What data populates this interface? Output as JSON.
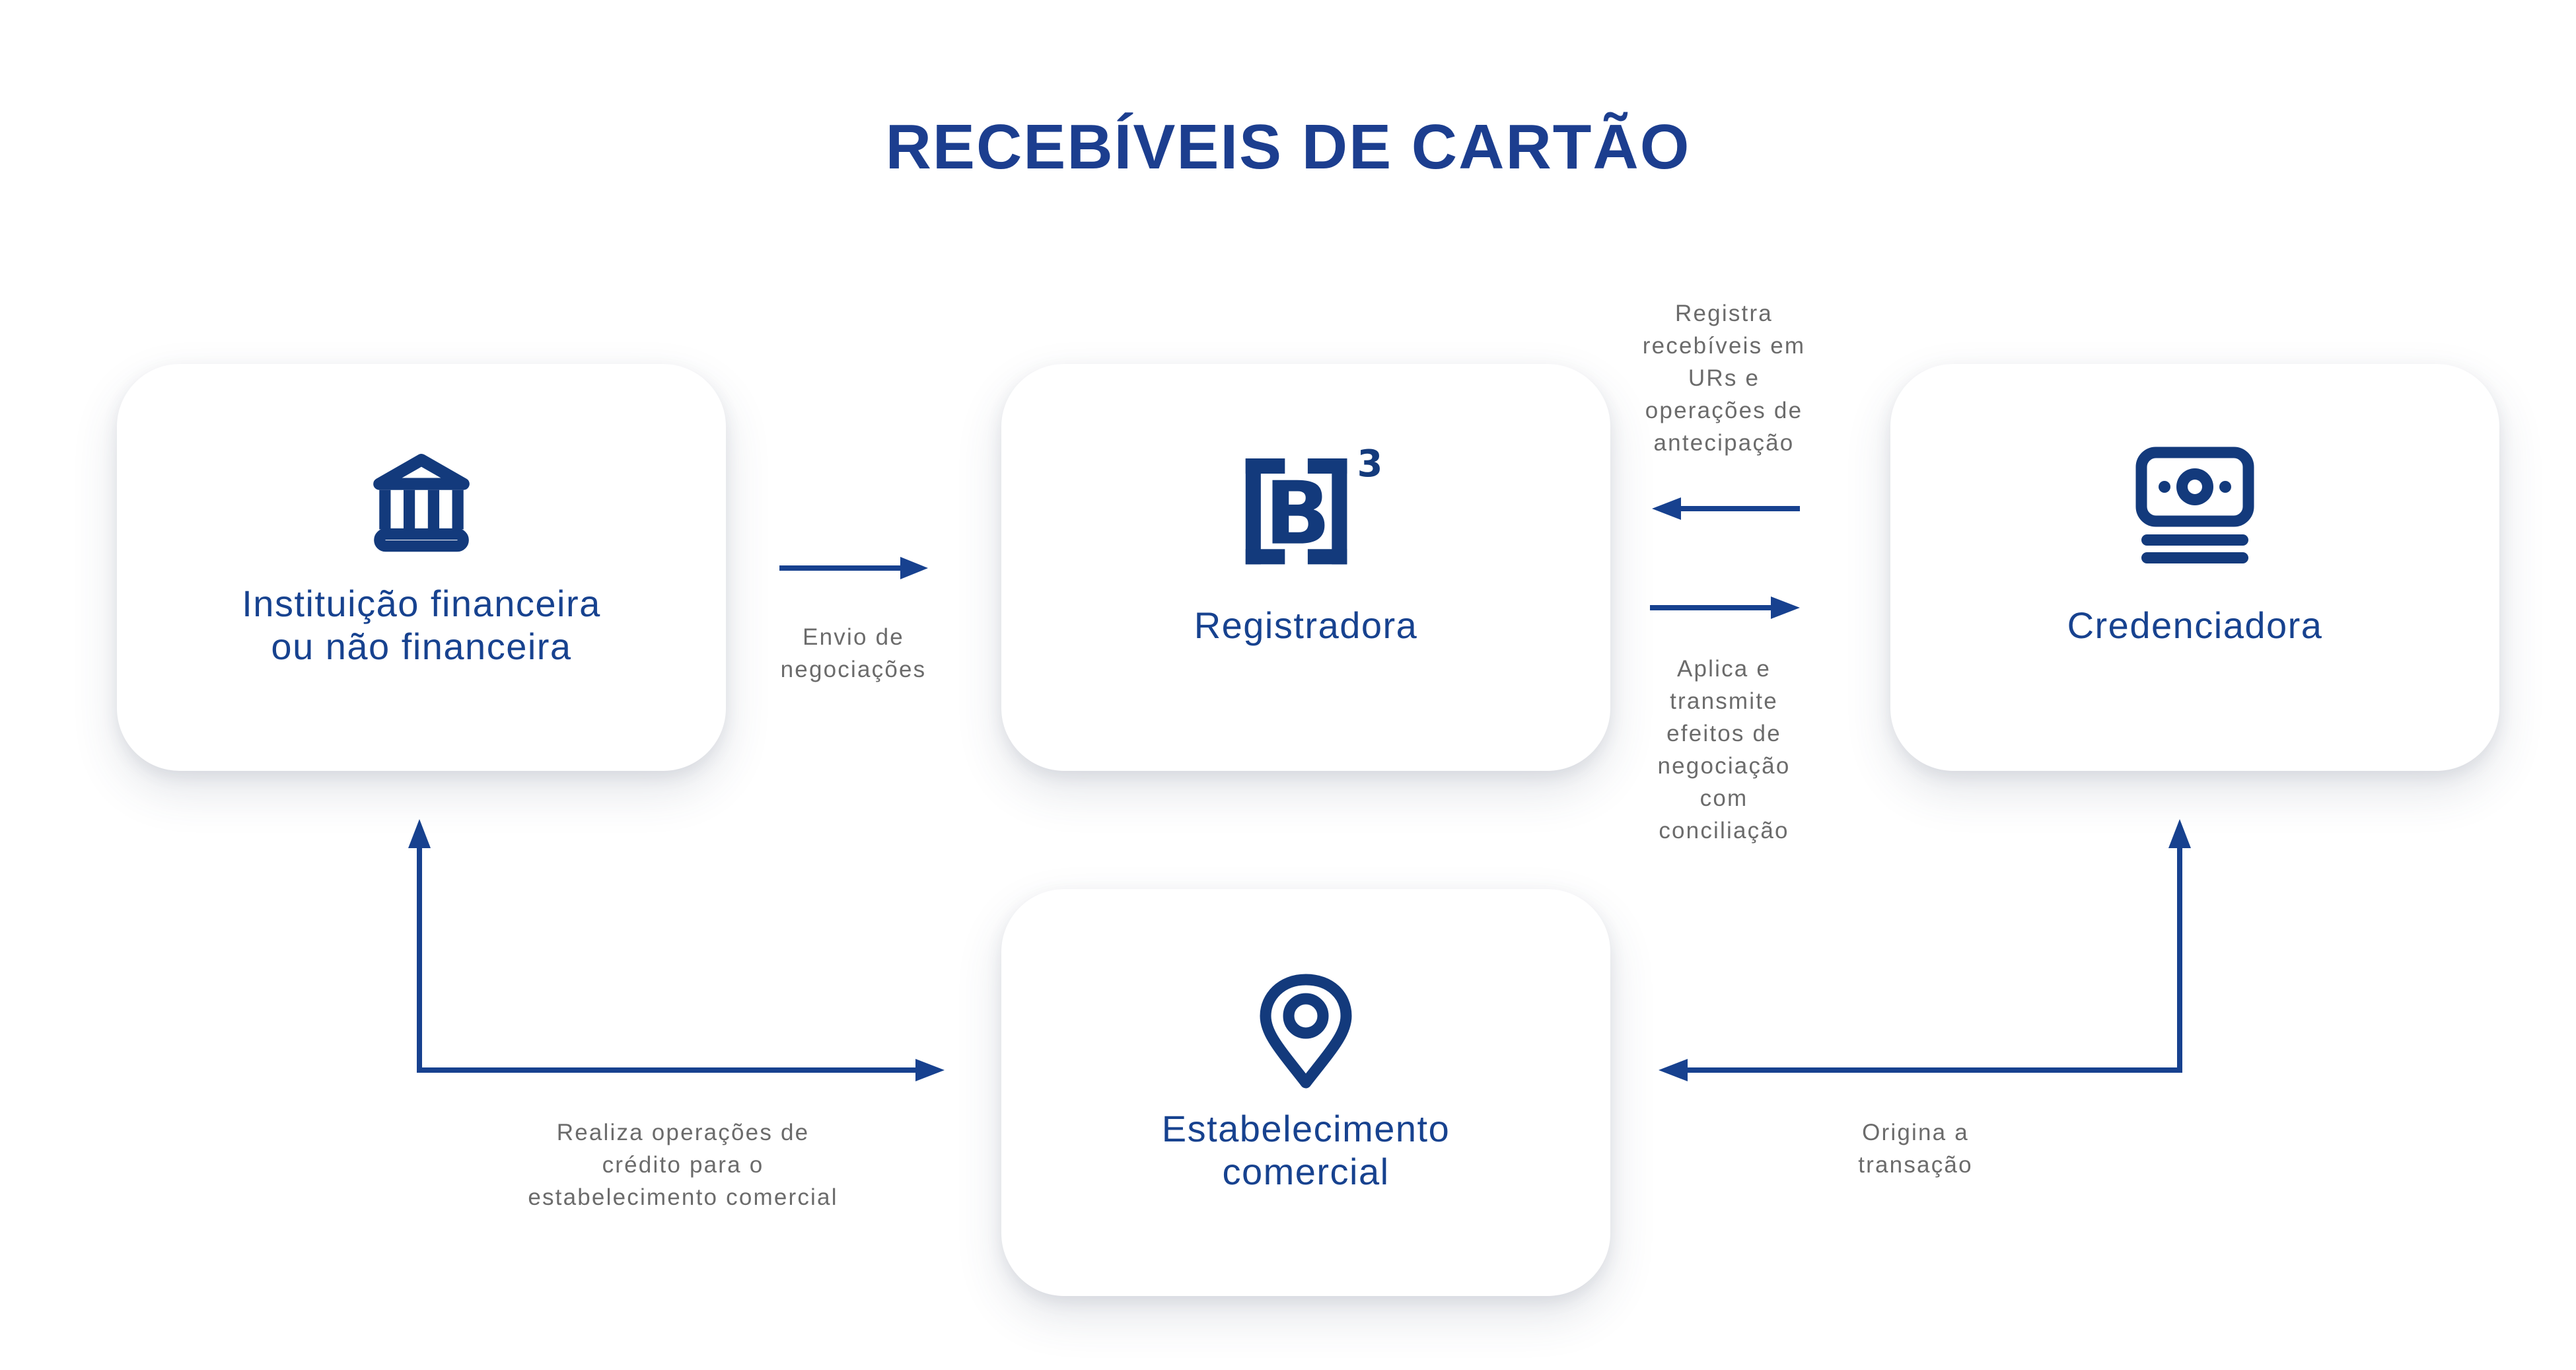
{
  "title": "RECEBÍVEIS DE CARTÃO",
  "colors": {
    "title_navy": "#1C3E8F",
    "icon_navy": "#133A7C",
    "box_text_blue": "#17428F",
    "arrow_blue": "#17418F",
    "label_gray": "#6B6B6B",
    "background": "#FFFFFF",
    "box_fill": "#FFFFFF"
  },
  "boxes": {
    "institution": {
      "label": "Instituição financeira\nou não financeira",
      "icon": "bank-icon"
    },
    "registrar": {
      "label": "Registradora",
      "icon": "b3-logo",
      "logo_letter": "B",
      "logo_superscript": "3"
    },
    "acquirer": {
      "label": "Credenciadora",
      "icon": "banknote-icon"
    },
    "merchant": {
      "label": "Estabelecimento\ncomercial",
      "icon": "map-pin-icon"
    }
  },
  "connections": {
    "institution_to_registrar": {
      "label": "Envio de\nnegociações",
      "arrow": "right"
    },
    "acquirer_to_registrar": {
      "label": "Registra\nrecebíveis em\nURs e\noperações de\nantecipação",
      "arrow": "left"
    },
    "registrar_to_acquirer": {
      "label": "Aplica e\ntransmite\nefeitos de\nnegociação\ncom\nconciliação",
      "arrow": "right"
    },
    "institution_merchant": {
      "label": "Realiza operações de\ncrédito para o\nestabelecimento comercial",
      "arrow": "up-and-right"
    },
    "acquirer_merchant": {
      "label": "Origina a\ntransação",
      "arrow": "up-and-left"
    }
  }
}
